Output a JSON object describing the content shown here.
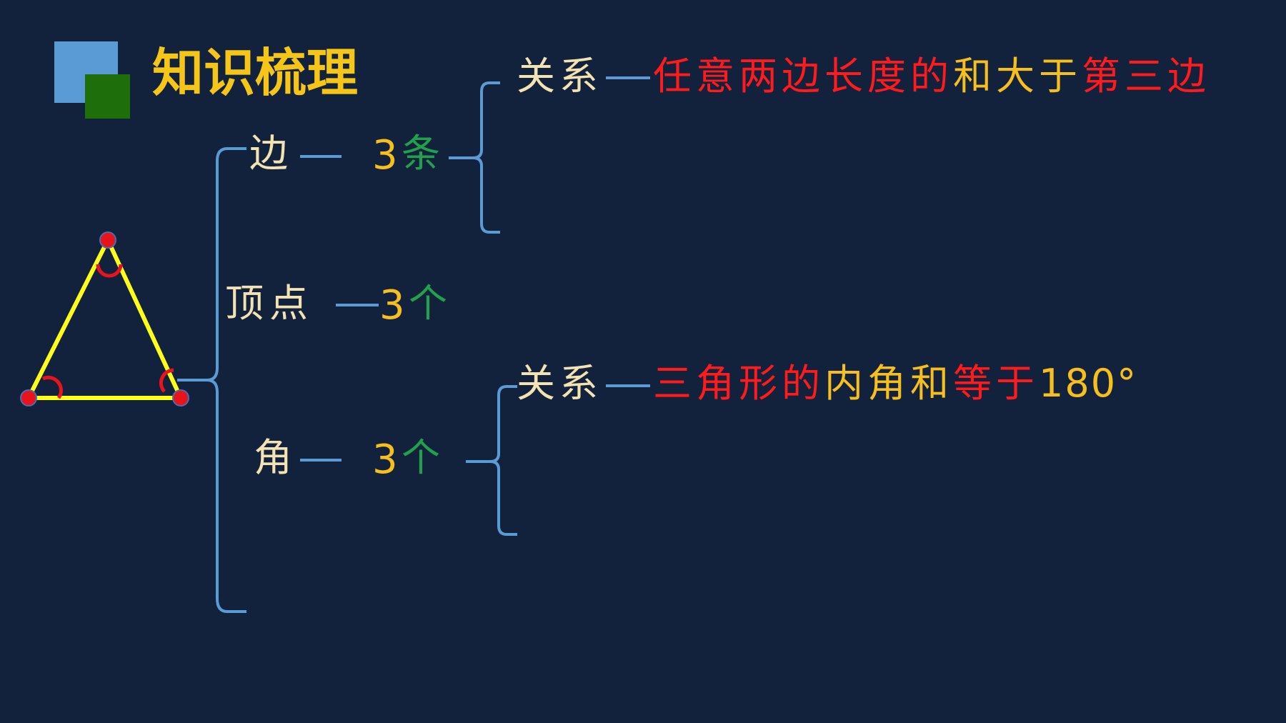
{
  "slide": {
    "title": "知识梳理",
    "colors": {
      "background": "#12213c",
      "title": "#f5c518",
      "icon_back": "#5b9bd5",
      "icon_front": "#1e6e0b",
      "bracket": "#5b9bd5",
      "triangle": "#ffff1a",
      "vertex_dot": "#e8141c",
      "label": "#f3e2b2",
      "number": "#f7bf1b",
      "unit": "#1fa24b",
      "emphasis": "#ff1b1b"
    },
    "branches": {
      "sides": {
        "label": "边",
        "count": "3",
        "unit": "条",
        "relation_label": "关系",
        "relation": {
          "part1": "任意两边长度的",
          "part2": "和大于",
          "part3": "第三边"
        }
      },
      "vertices": {
        "label": "顶点",
        "count": "3",
        "unit": "个"
      },
      "angles": {
        "label": "角",
        "count": "3",
        "unit": "个",
        "relation_label": "关系",
        "relation": {
          "part1": "三角形的",
          "part2": "内角和",
          "part3": "等于",
          "part4": "180°"
        }
      }
    }
  }
}
